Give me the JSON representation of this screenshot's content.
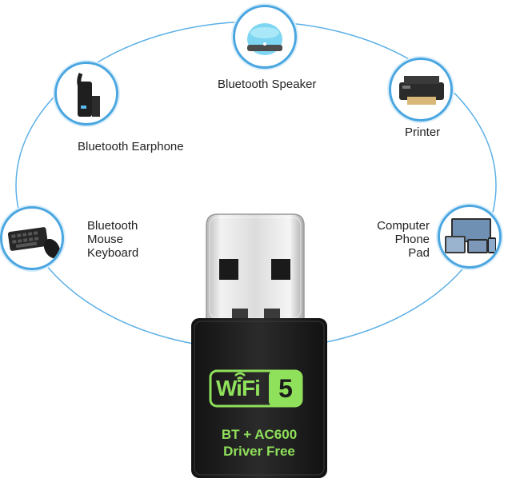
{
  "devices": [
    {
      "label": "Bluetooth Speaker",
      "icon": "bluetooth-speaker-icon"
    },
    {
      "label": "Printer",
      "icon": "printer-icon"
    },
    {
      "label": "Bluetooth Earphone",
      "icon": "bluetooth-earphone-icon"
    },
    {
      "label_lines": [
        "Bluetooth",
        "Mouse",
        "Keyboard"
      ],
      "icon": "keyboard-mouse-icon"
    },
    {
      "label_lines": [
        "Computer",
        "Phone",
        "Pad"
      ],
      "icon": "computer-phone-pad-icon"
    }
  ],
  "adapter": {
    "badge_word": "WiFi",
    "badge_number": "5",
    "line1": "BT + AC600",
    "line2": "Driver Free"
  },
  "colors": {
    "ring": "#4aa6e0",
    "badge_green": "#8fe05a",
    "body": "#1f1f1f"
  }
}
